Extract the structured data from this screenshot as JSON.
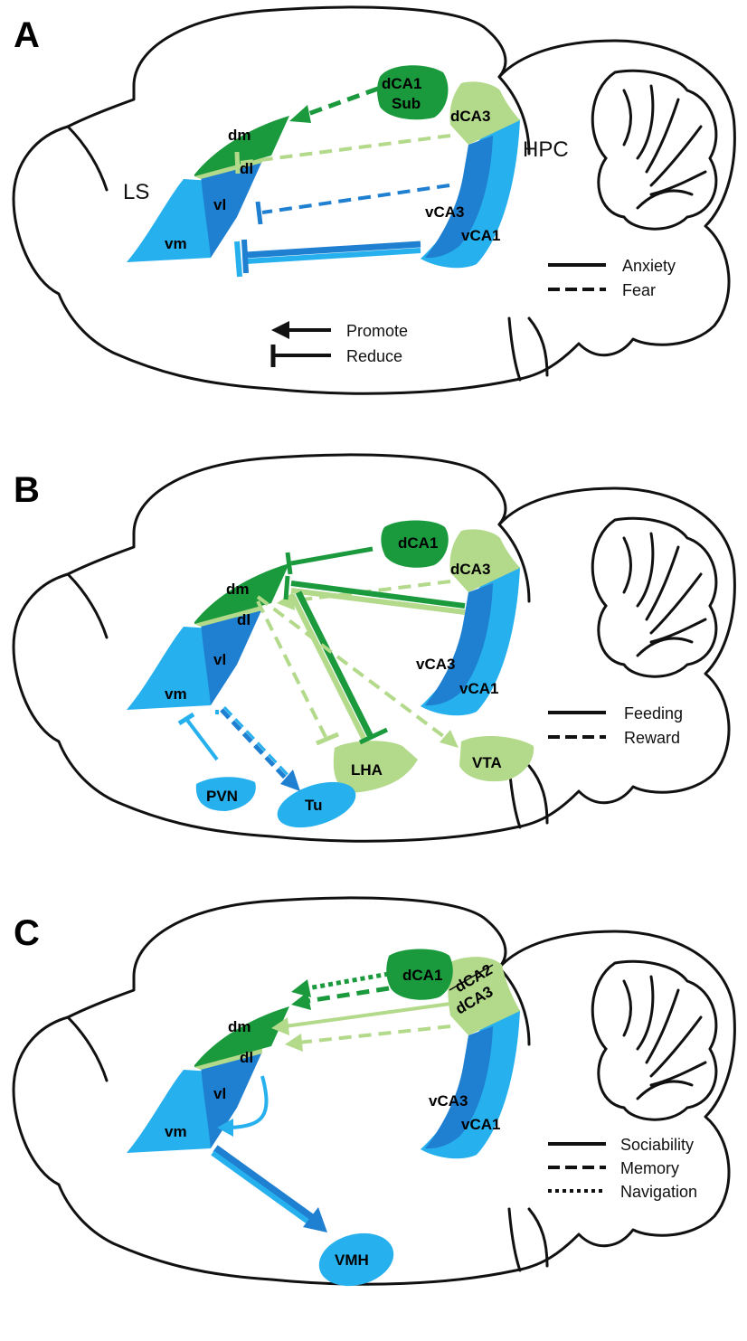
{
  "colors": {
    "dark_green": "#1b9a3d",
    "light_green": "#b3d98a",
    "dark_blue": "#1f7fd1",
    "light_blue": "#27b0ee",
    "black": "#111111"
  },
  "panels": [
    {
      "letter": "A",
      "labels": {
        "ls": "LS",
        "hpc": "HPC",
        "dm": "dm",
        "dl": "dl",
        "vl": "vl",
        "vm": "vm",
        "dca1": "dCA1",
        "sub": "Sub",
        "dca3": "dCA3",
        "vca3": "vCA3",
        "vca1": "vCA1"
      },
      "legend": {
        "solid": "Anxiety",
        "dashed": "Fear"
      },
      "key": {
        "promote": "Promote",
        "reduce": "Reduce"
      }
    },
    {
      "letter": "B",
      "labels": {
        "dm": "dm",
        "dl": "dl",
        "vl": "vl",
        "vm": "vm",
        "dca1": "dCA1",
        "dca3": "dCA3",
        "vca3": "vCA3",
        "vca1": "vCA1",
        "lha": "LHA",
        "vta": "VTA",
        "pvn": "PVN",
        "tu": "Tu"
      },
      "legend": {
        "solid": "Feeding",
        "dashed": "Reward"
      }
    },
    {
      "letter": "C",
      "labels": {
        "dm": "dm",
        "dl": "dl",
        "vl": "vl",
        "vm": "vm",
        "dca1": "dCA1",
        "dca2": "dCA2",
        "dca3": "dCA3",
        "vca3": "vCA3",
        "vca1": "vCA1",
        "vmh": "VMH"
      },
      "legend": {
        "solid": "Sociability",
        "dashed": "Memory",
        "dotted": "Navigation"
      }
    }
  ]
}
